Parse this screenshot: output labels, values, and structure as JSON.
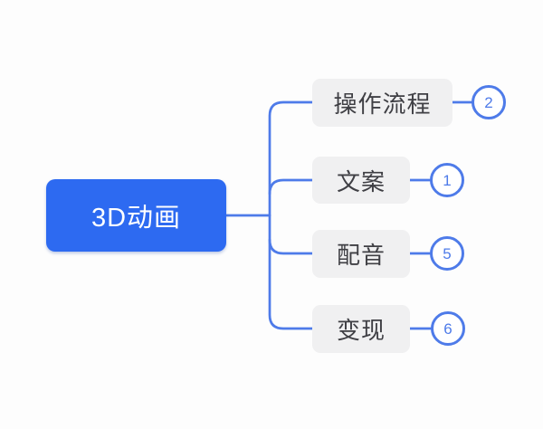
{
  "root": {
    "label": "3D动画"
  },
  "children": [
    {
      "label": "操作流程",
      "badge": "2"
    },
    {
      "label": "文案",
      "badge": "1"
    },
    {
      "label": "配音",
      "badge": "5"
    },
    {
      "label": "变现",
      "badge": "6"
    }
  ],
  "colors": {
    "connector": "#4E7BE9",
    "root_bg": "#2D6AF1",
    "root_text": "#FFFFFF",
    "child_bg": "#F0F0F1",
    "child_text": "#3F3F44",
    "badge_border": "#4E7BE9",
    "badge_text": "#4E7BE9",
    "badge_bg": "#FFFFFF",
    "page_bg": "#FDFDFD"
  }
}
